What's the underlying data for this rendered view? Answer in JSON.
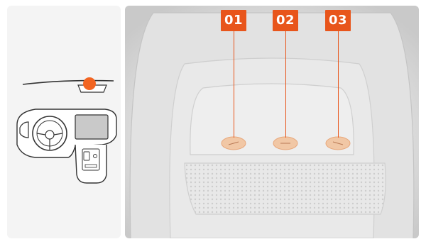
{
  "overview": {
    "marker_color": "#f26522"
  },
  "detail": {
    "accent_color": "#e8551b",
    "callouts": [
      {
        "label": "01"
      },
      {
        "label": "02"
      },
      {
        "label": "03"
      }
    ]
  }
}
